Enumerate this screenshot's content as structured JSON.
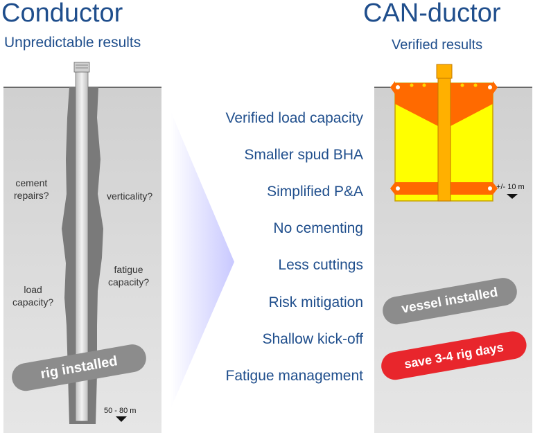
{
  "left": {
    "title": "Conductor",
    "subtitle": "Unpredictable results",
    "notes": {
      "cement_repairs": "cement\nrepairs?",
      "verticality": "verticality?",
      "fatigue_capacity": "fatigue\ncapacity?",
      "load_capacity": "load\ncapacity?"
    },
    "badge": "rig installed",
    "depth": "50 - 80 m"
  },
  "right": {
    "title": "CAN-ductor",
    "subtitle": "Verified results",
    "depth": "+/- 10 m",
    "badge_vessel": "vessel installed",
    "badge_save": "save 3-4 rig days"
  },
  "benefits": [
    "Verified load capacity",
    "Smaller spud BHA",
    "Simplified P&A",
    "No cementing",
    "Less cuttings",
    "Risk mitigation",
    "Shallow kick-off",
    "Fatigue management"
  ],
  "colors": {
    "title": "#1f4e8c",
    "soil": "#d9d9d9",
    "cement": "#7a7a7a",
    "grey_badge": "#8c8c8c",
    "red_badge": "#e8262c",
    "can_yellow": "#ffff00",
    "can_orange": "#ff6a00"
  }
}
